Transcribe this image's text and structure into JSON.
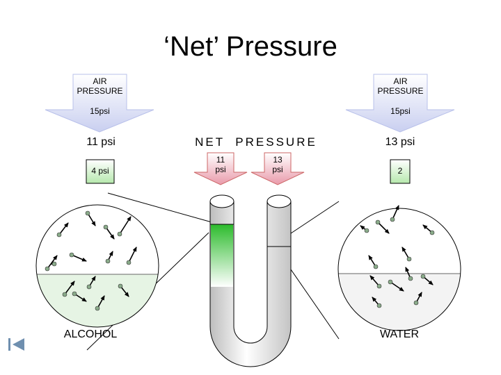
{
  "title": "‘Net’ Pressure",
  "left": {
    "air_label": "AIR\nPRESSURE",
    "air_value": "15psi",
    "top_pressure": "11 psi",
    "bottom_pressure": "4 psi",
    "liquid_name": "ALCOHOL"
  },
  "right": {
    "air_label": "AIR\nPRESSURE",
    "air_value": "15psi",
    "top_pressure": "13 psi",
    "bottom_pressure": "2",
    "liquid_name": "WATER"
  },
  "center": {
    "net_label": "NET  PRESSURE",
    "left_arrow": "11\npsi",
    "right_arrow": "13\npsi"
  },
  "colors": {
    "big_arrow": "#c9cff0",
    "small_arrow": "#e99aaa",
    "green_box": "#c9efc0",
    "liquid_green": "#2cbb2c",
    "alcohol_fill": "#e6f4e4",
    "water_fill": "#f3f3f3",
    "molecule": "#8aab8a"
  },
  "nav_icon": "back-to-start-icon"
}
